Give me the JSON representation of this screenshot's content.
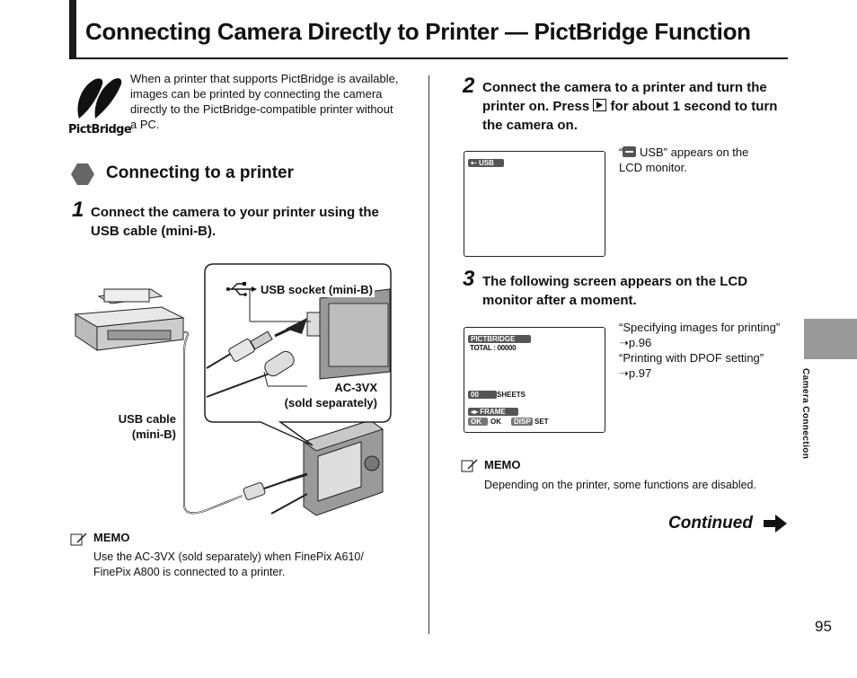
{
  "title": "Connecting Camera Directly to Printer — PictBridge Function",
  "intro": "When a printer that supports PictBridge is available, images can be printed by connecting the camera directly to the PictBridge-compatible printer without a PC.",
  "logo_text": "PictBridge",
  "section_heading": "Connecting to a printer",
  "step1": {
    "num": "1",
    "text": "Connect the camera to your printer using the USB cable (mini-B)."
  },
  "illustration": {
    "usb_socket": "USB socket (mini-B)",
    "ac_line1": "AC-3VX",
    "ac_line2": "(sold separately)",
    "cable_line1": "USB cable",
    "cable_line2": "(mini-B)"
  },
  "memo_left": {
    "label": "MEMO",
    "body": "Use the AC-3VX (sold separately) when FinePix A610/ FinePix A800 is connected to a printer."
  },
  "step2": {
    "num": "2",
    "text_before": "Connect the camera to a printer and turn the printer on. Press ",
    "text_after": " for about 1 second to turn the camera on."
  },
  "lcd1": {
    "tag": "USB",
    "note_open": "“",
    "note_close": " USB” appears on the LCD monitor."
  },
  "step3": {
    "num": "3",
    "text": "The following screen appears on the LCD monitor after a moment."
  },
  "lcd2": {
    "tag": "PICTBRIDGE",
    "total": "TOTAL : 00000",
    "count": "00",
    "sheets": "SHEETS",
    "frame": "FRAME",
    "ok_key": "OK",
    "ok": "OK",
    "disp_key": "DISP",
    "set": "SET"
  },
  "lcd2_notes": {
    "line1": "“Specifying images for printing”",
    "ref1": "➝p.96",
    "line2": "“Printing with DPOF setting”",
    "ref2": "➝p.97"
  },
  "memo_right": {
    "label": "MEMO",
    "body": "Depending on the printer, some functions are disabled."
  },
  "continued": "Continued",
  "side_label": "Camera Connection",
  "page_number": "95"
}
